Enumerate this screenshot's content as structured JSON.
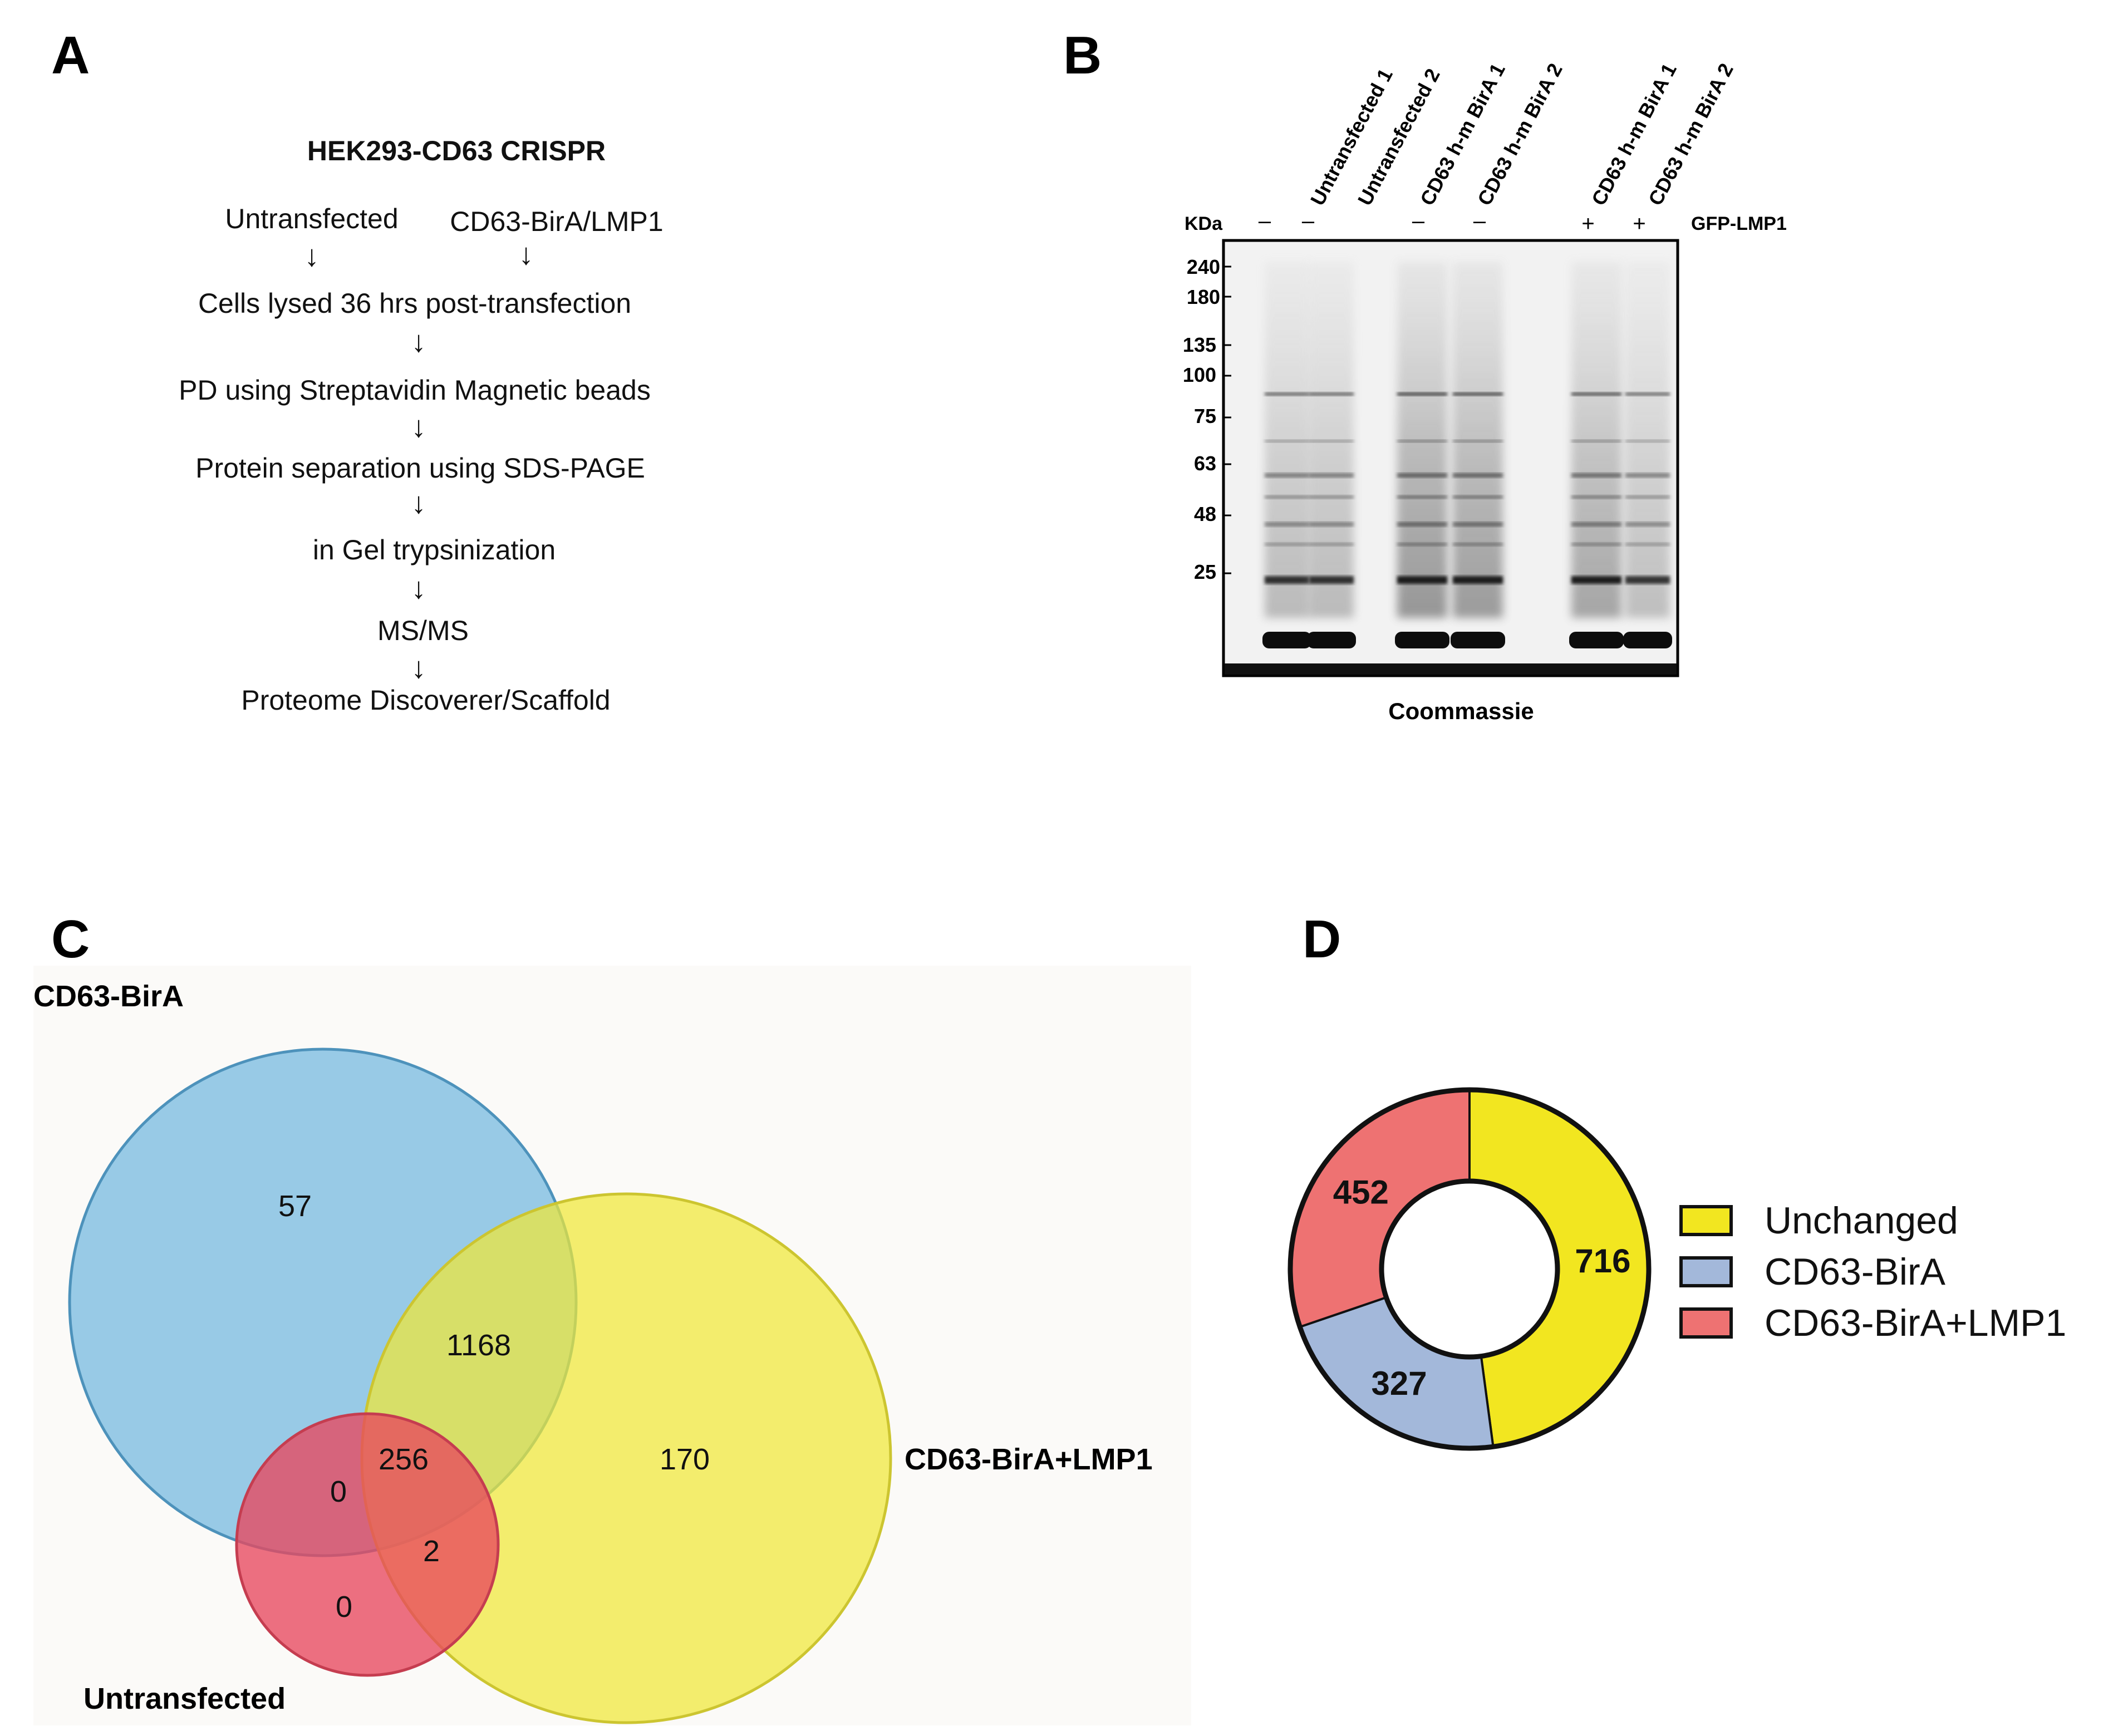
{
  "panels": {
    "A": {
      "letter": "A",
      "title": "HEK293-CD63 CRISPR",
      "left_start": "Untransfected",
      "right_start": "CD63-BirA/LMP1",
      "steps": [
        "Cells lysed  36 hrs post-transfection",
        "PD using Streptavidin Magnetic beads",
        "Protein separation using SDS-PAGE",
        "in Gel trypsinization",
        "MS/MS",
        "Proteome Discoverer/Scaffold"
      ],
      "arrow_glyph": "↓"
    },
    "B": {
      "letter": "B",
      "lanes": [
        {
          "label": "Untransfected 1",
          "gfp": "–"
        },
        {
          "label": "Untransfected 2",
          "gfp": "–"
        },
        {
          "label": "CD63 h-m BirA 1",
          "gfp": "–"
        },
        {
          "label": "CD63 h-m BirA 2",
          "gfp": "–"
        },
        {
          "label": "CD63 h-m BirA 1",
          "gfp": "+"
        },
        {
          "label": "CD63 h-m BirA 2",
          "gfp": "+"
        }
      ],
      "kda_label": "KDa",
      "gfp_label": "GFP-LMP1",
      "markers": [
        "240",
        "180",
        "135",
        "100",
        "75",
        "63",
        "48",
        "25"
      ],
      "caption": "Coommassie"
    },
    "C": {
      "letter": "C",
      "sets": {
        "a": "CD63-BirA",
        "b": "CD63-BirA+LMP1",
        "c": "Untransfected"
      },
      "regions": {
        "a_only": "57",
        "a_b": "1168",
        "b_only": "170",
        "a_b_c": "256",
        "a_c": "0",
        "b_c": "2",
        "c_only": "0"
      },
      "colors": {
        "a": "#5aacdc",
        "b": "#f0e838",
        "c": "#e8485e"
      }
    },
    "D": {
      "letter": "D",
      "colors": {
        "Unchanged": "#f2e620",
        "CD63-BirA": "#a3b8da",
        "CD63-BirA+LMP1": "#ee7272"
      }
    }
  },
  "chart_data": {
    "type": "pie",
    "donut": true,
    "categories": [
      "Unchanged",
      "CD63-BirA",
      "CD63-BirA+LMP1"
    ],
    "values": [
      716,
      327,
      452
    ],
    "data_labels": [
      "716",
      "327",
      "452"
    ],
    "legend": [
      "Unchanged",
      "CD63-BirA",
      "CD63-BirA+LMP1"
    ],
    "legend_position": "right"
  }
}
